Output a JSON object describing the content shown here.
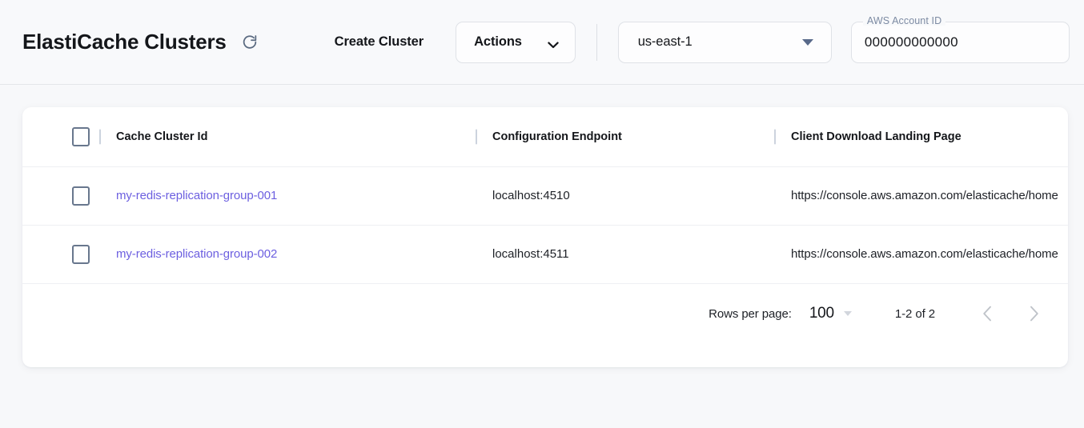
{
  "header": {
    "title": "ElastiCache Clusters",
    "refresh_icon": "refresh-icon",
    "create_cluster_label": "Create Cluster",
    "actions_label": "Actions",
    "actions_caret_icon": "chevron-down-icon",
    "region": {
      "value": "us-east-1",
      "caret_icon": "caret-down-icon"
    },
    "account": {
      "legend": "AWS Account ID",
      "value": "000000000000"
    }
  },
  "table": {
    "columns": [
      {
        "key": "check",
        "label": ""
      },
      {
        "key": "id",
        "label": "Cache Cluster Id"
      },
      {
        "key": "cfg",
        "label": "Configuration Endpoint"
      },
      {
        "key": "cdl",
        "label": "Client Download Landing Page"
      }
    ],
    "rows": [
      {
        "id": "my-redis-replication-group-001",
        "cfg": "localhost:4510",
        "cdl": "https://console.aws.amazon.com/elasticache/home"
      },
      {
        "id": "my-redis-replication-group-002",
        "cfg": "localhost:4511",
        "cdl": "https://console.aws.amazon.com/elasticache/home"
      }
    ]
  },
  "pagination": {
    "rows_per_page_label": "Rows per page:",
    "rows_per_page_value": "100",
    "range_label": "1-2 of 2",
    "prev_icon": "chevron-left-icon",
    "next_icon": "chevron-right-icon"
  },
  "colors": {
    "page_background": "#f7f8fa",
    "header_background": "#f8f9fb",
    "card_background": "#ffffff",
    "link": "#6c5fe0",
    "text": "#14161a",
    "muted": "#7d8ba3",
    "border": "#dfe2e7",
    "row_divider": "#eef0f3",
    "checkbox_border": "#68778d",
    "disabled_icon": "#bfc3c9"
  }
}
